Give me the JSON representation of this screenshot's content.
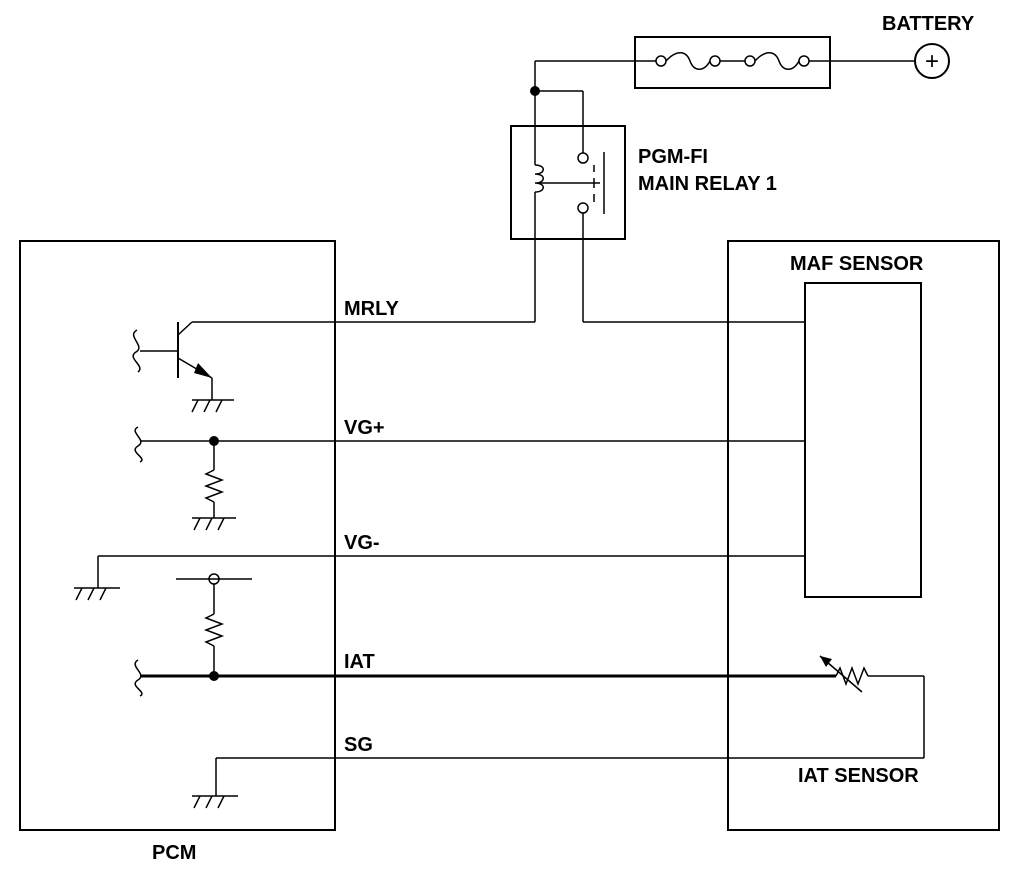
{
  "labels": {
    "battery": "BATTERY",
    "relay_line1": "PGM-FI",
    "relay_line2": "MAIN RELAY 1",
    "maf_sensor": "MAF SENSOR",
    "iat_sensor": "IAT SENSOR",
    "pcm": "PCM",
    "mrly": "MRLY",
    "vg_plus": "VG+",
    "vg_minus": "VG-",
    "iat": "IAT",
    "sg": "SG"
  },
  "battery_symbol": "+",
  "colors": {
    "line": "#000000",
    "background": "#ffffff"
  }
}
